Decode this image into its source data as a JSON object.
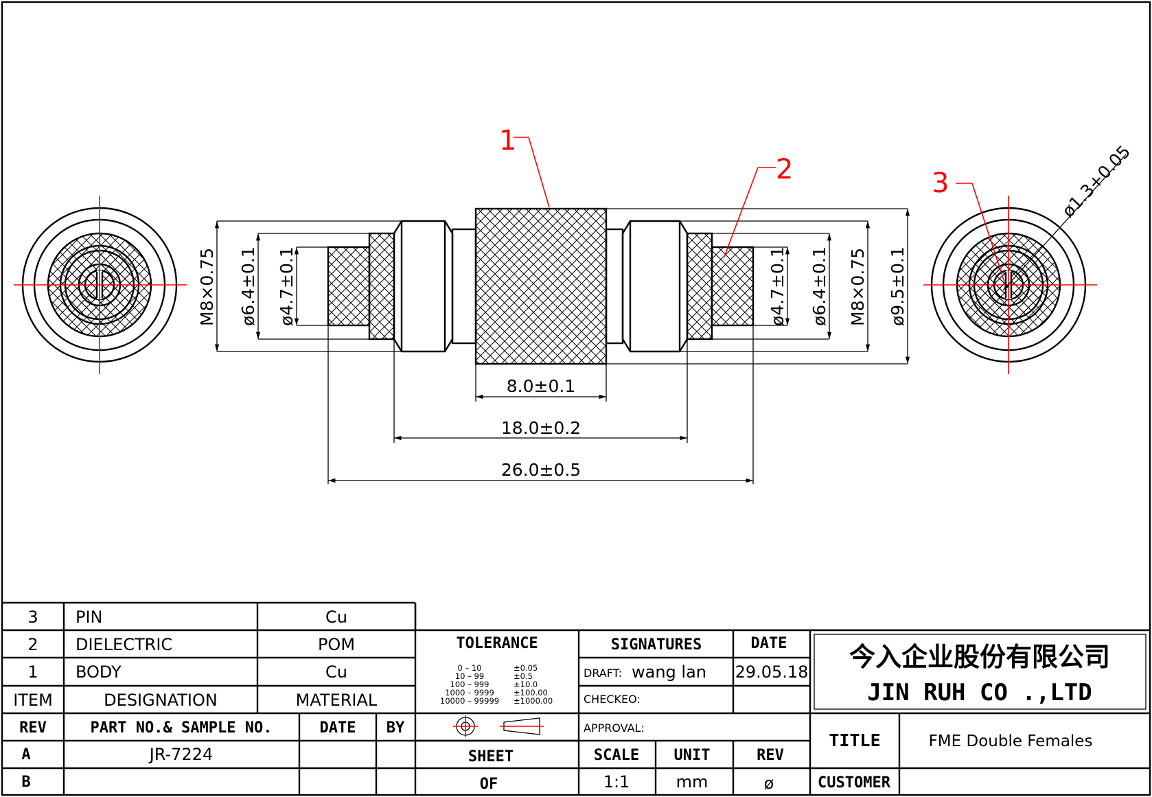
{
  "callouts": {
    "body": "1",
    "dielectric": "2",
    "pin": "3"
  },
  "dimensions": {
    "thread_left": "M8×0.75",
    "dia_64_left": "ø6.4±0.1",
    "dia_47_left": "ø4.7±0.1",
    "dia_47_right": "ø4.7±0.1",
    "dia_64_right": "ø6.4±0.1",
    "thread_right": "M8×0.75",
    "dia_95": "ø9.5±0.1",
    "pin_dia": "ø1.3+0.05",
    "len_body": "8.0±0.1",
    "len_mid": "18.0±0.2",
    "len_total": "26.0±0.5"
  },
  "parts_list": {
    "rows": [
      {
        "item": "3",
        "designation": "PIN",
        "material": "Cu"
      },
      {
        "item": "2",
        "designation": "DIELECTRIC",
        "material": "POM"
      },
      {
        "item": "1",
        "designation": "BODY",
        "material": "Cu"
      }
    ],
    "header": {
      "item": "ITEM",
      "designation": "DESIGNATION",
      "material": "MATERIAL"
    }
  },
  "revisions": {
    "header": {
      "rev": "REV",
      "part_no": "PART NO.& SAMPLE NO.",
      "date": "DATE",
      "by": "BY"
    },
    "rows": [
      {
        "rev": "A",
        "part_no": "JR-7224",
        "date": "",
        "by": ""
      },
      {
        "rev": "B",
        "part_no": "",
        "date": "",
        "by": ""
      }
    ]
  },
  "tolerance": {
    "title": "TOLERANCE",
    "ranges": [
      {
        "range": "0  –  10",
        "tol": "±0.05"
      },
      {
        "range": "10  –  99",
        "tol": "±0.5"
      },
      {
        "range": "100  –  999",
        "tol": "±10.0"
      },
      {
        "range": "1000  –  9999",
        "tol": "±100.00"
      },
      {
        "range": "10000  –  99999",
        "tol": "±1000.00"
      }
    ]
  },
  "signatures": {
    "title": "SIGNATURES",
    "date_title": "DATE",
    "draft_label": "DRAFT:",
    "draft_name": "wang lan",
    "draft_date": "29.05.18",
    "checked_label": "CHECKEO:",
    "approval_label": "APPROVAL:"
  },
  "sheet": {
    "label": "SHEET",
    "of_label": "OF"
  },
  "scale": {
    "label": "SCALE",
    "value": "1:1"
  },
  "unit": {
    "label": "UNIT",
    "value": "mm"
  },
  "rev_box": {
    "label": "REV",
    "value": "ø"
  },
  "company": {
    "chinese": "今入企业股份有限公司",
    "english": "JIN  RUH  CO .,LTD"
  },
  "title_block": {
    "title_label": "TITLE",
    "title_value": "FME Double Females",
    "customer_label": "CUSTOMER",
    "customer_value": ""
  }
}
